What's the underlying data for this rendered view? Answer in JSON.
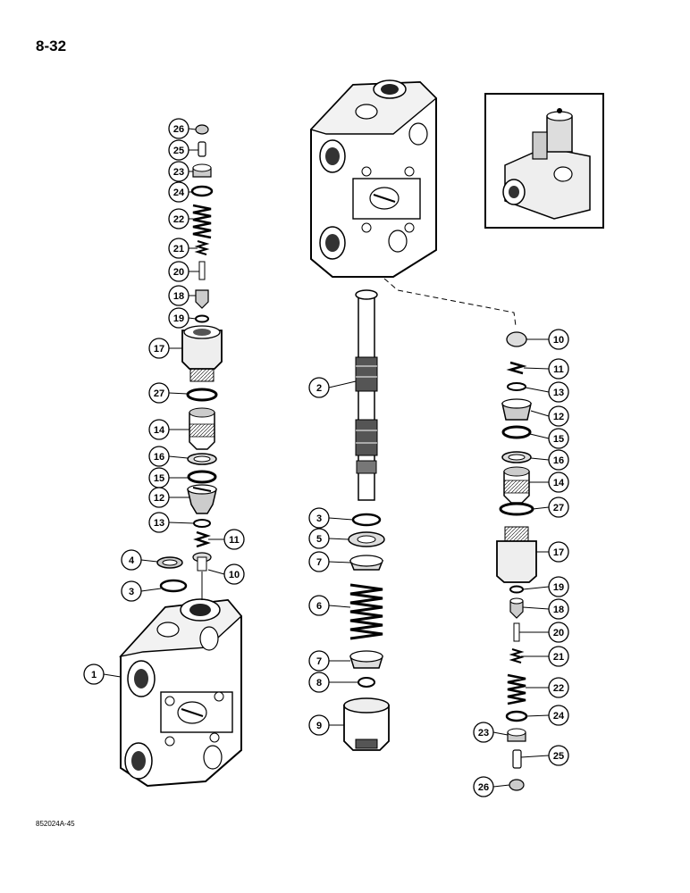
{
  "page": {
    "number": "8-32",
    "figure_code": "852024A-45"
  },
  "left_column": {
    "callouts": [
      "26",
      "25",
      "23",
      "24",
      "22",
      "21",
      "20",
      "18",
      "19",
      "17",
      "27",
      "14",
      "16",
      "15",
      "12",
      "13",
      "11",
      "4",
      "10",
      "3",
      "1"
    ]
  },
  "center_column": {
    "callouts": [
      "2",
      "3",
      "5",
      "7",
      "6",
      "7",
      "8",
      "9"
    ]
  },
  "right_column": {
    "callouts": [
      "10",
      "11",
      "13",
      "12",
      "15",
      "16",
      "14",
      "27",
      "17",
      "19",
      "18",
      "20",
      "21",
      "22",
      "24",
      "23",
      "25",
      "26"
    ]
  },
  "colors": {
    "ink": "#000000",
    "paper": "#ffffff",
    "shade": "#d9d9d9"
  }
}
